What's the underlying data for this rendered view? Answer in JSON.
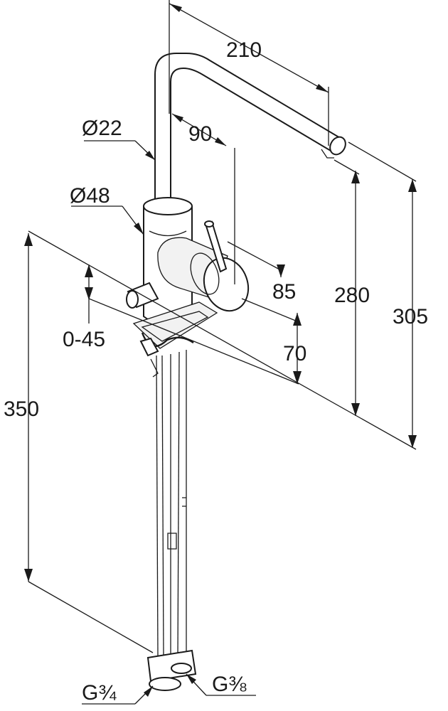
{
  "dimensions": {
    "spout_reach": "210",
    "spout_diameter": "Ø22",
    "lever_offset": "90",
    "body_diameter": "Ø48",
    "lever_height": "85",
    "base_height": "70",
    "spout_outlet_height": "280",
    "total_height": "305",
    "worktop_thickness": "0-45",
    "hose_length": "350",
    "connection_left": "G¾",
    "connection_right": "G⅜"
  }
}
